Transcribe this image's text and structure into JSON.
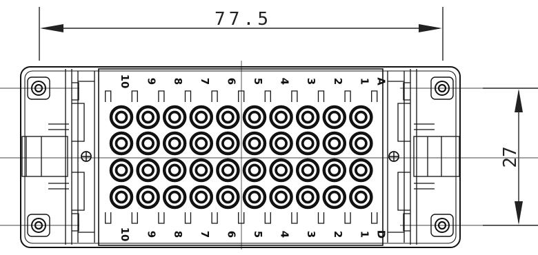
{
  "dimensions": {
    "width_label": "77.5",
    "height_label": "27"
  },
  "connector": {
    "columns": [
      "10",
      "9",
      "8",
      "7",
      "6",
      "5",
      "4",
      "3",
      "2",
      "1"
    ],
    "row_labels": [
      "A",
      "D"
    ],
    "contact_rows": 4,
    "contact_columns": 10
  }
}
